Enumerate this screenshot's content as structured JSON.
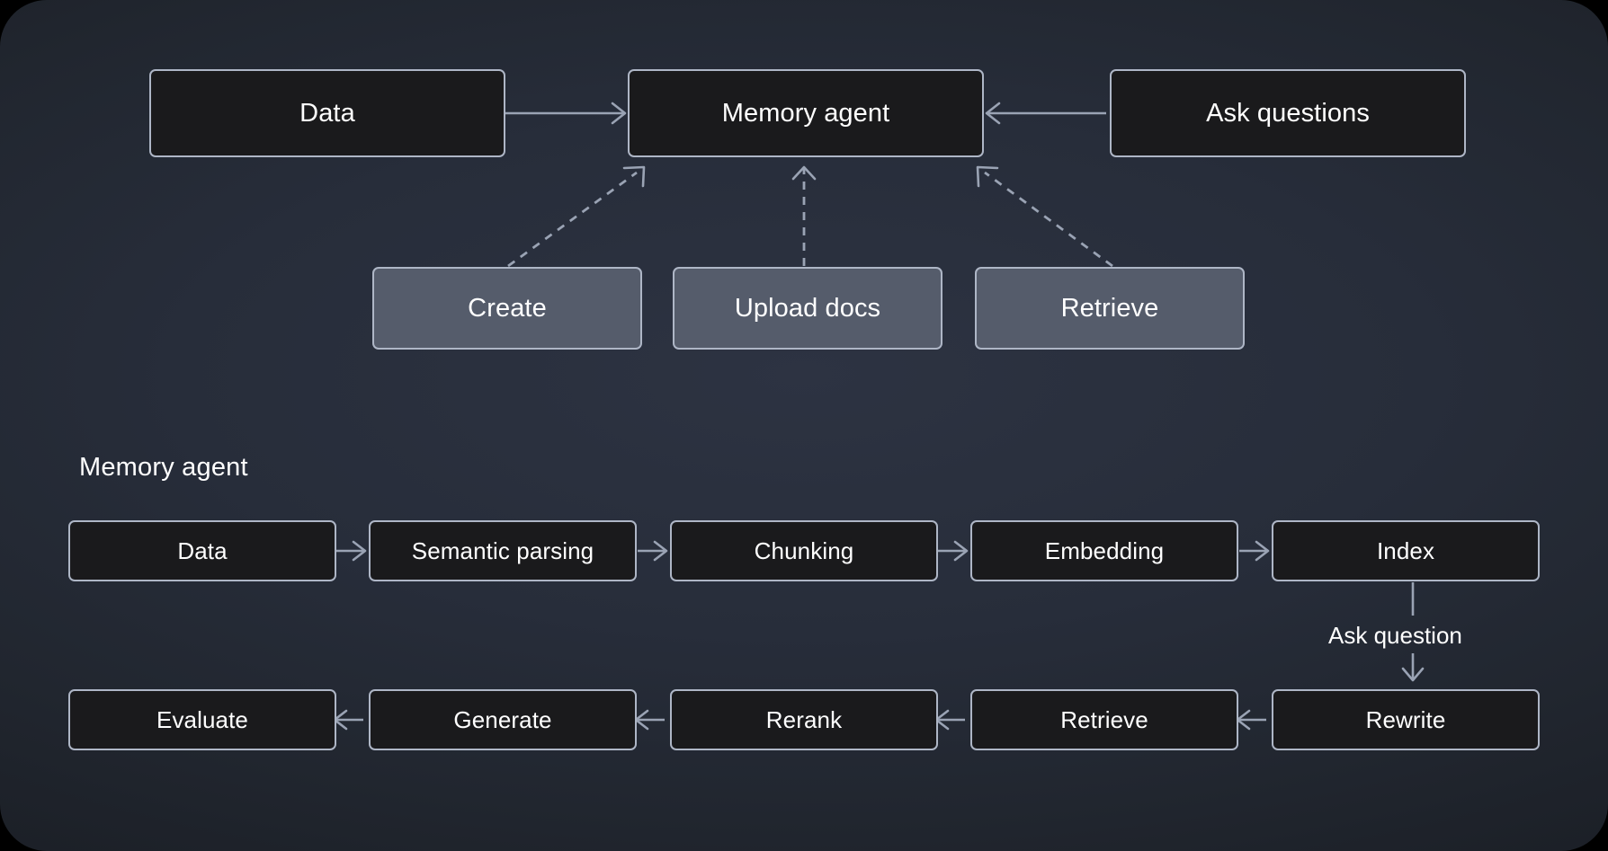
{
  "diagram": {
    "title_label": "Memory agent",
    "overview": {
      "nodes": [
        {
          "id": "data",
          "label": "Data",
          "style": "dark"
        },
        {
          "id": "memory-agent",
          "label": "Memory agent",
          "style": "dark"
        },
        {
          "id": "ask-questions",
          "label": "Ask questions",
          "style": "dark"
        },
        {
          "id": "create",
          "label": "Create",
          "style": "light"
        },
        {
          "id": "upload-docs",
          "label": "Upload docs",
          "style": "light"
        },
        {
          "id": "retrieve",
          "label": "Retrieve",
          "style": "light"
        }
      ],
      "edges": [
        {
          "from": "data",
          "to": "memory-agent",
          "style": "solid"
        },
        {
          "from": "ask-questions",
          "to": "memory-agent",
          "style": "solid"
        },
        {
          "from": "create",
          "to": "memory-agent",
          "style": "dashed"
        },
        {
          "from": "upload-docs",
          "to": "memory-agent",
          "style": "dashed"
        },
        {
          "from": "retrieve",
          "to": "memory-agent",
          "style": "dashed"
        }
      ]
    },
    "pipeline": {
      "row1": [
        {
          "id": "p-data",
          "label": "Data"
        },
        {
          "id": "p-semantic-parsing",
          "label": "Semantic parsing"
        },
        {
          "id": "p-chunking",
          "label": "Chunking"
        },
        {
          "id": "p-embedding",
          "label": "Embedding"
        },
        {
          "id": "p-index",
          "label": "Index"
        }
      ],
      "row2": [
        {
          "id": "p-evaluate",
          "label": "Evaluate"
        },
        {
          "id": "p-generate",
          "label": "Generate"
        },
        {
          "id": "p-rerank",
          "label": "Rerank"
        },
        {
          "id": "p-retrieve",
          "label": "Retrieve"
        },
        {
          "id": "p-rewrite",
          "label": "Rewrite"
        }
      ],
      "connector_label": "Ask question",
      "row1_direction": "left-to-right",
      "row2_direction": "right-to-left"
    },
    "colors": {
      "node_fill_dark": "#1a1a1c",
      "node_fill_light": "#555c6b",
      "node_border": "#aeb6c6",
      "connector": "#9aa3b4",
      "text": "#ffffff",
      "background_center": "#2d3342",
      "background_edge": "#171a1f"
    }
  }
}
